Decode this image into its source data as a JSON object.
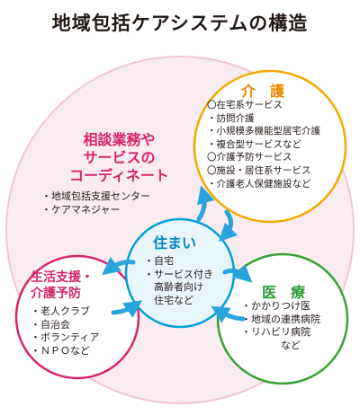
{
  "title": "地域包括ケアシステムの構造",
  "colors": {
    "outer_fill": "#f8ecf0",
    "outer_stroke": "#f2c5d4",
    "consult_text": "#d6246c",
    "care_stroke": "#f4a900",
    "care_text": "#ea8a00",
    "housing_stroke": "#00a0d8",
    "housing_fill": "#e9f5fb",
    "housing_text": "#0086c1",
    "medical_stroke": "#3aa035",
    "medical_text": "#2e9a3a",
    "support_stroke": "#d6246c",
    "support_text": "#d6246c",
    "arrow": "#29a3dc"
  },
  "consultation": {
    "heading": [
      "相談業務や",
      "サービスの",
      "コーディネート"
    ],
    "items": [
      "・地域包括支援センター",
      "・ケアマネジャー"
    ]
  },
  "care": {
    "heading": "介　護",
    "items": [
      "〇在宅系サービス",
      "・訪問介護",
      "・小規模多機能型居宅介護",
      "・複合型サービスなど",
      "〇介護予防サービス",
      "〇施設・居住系サービス",
      "・介護老人保健施設など"
    ]
  },
  "housing": {
    "heading": "住まい",
    "items": [
      "・自宅",
      "・サービス付き",
      "　高齢者向け",
      "　住宅など"
    ]
  },
  "medical": {
    "heading": "医　療",
    "items": [
      "・かかりつけ医",
      "・地域の連携病院",
      "・リハビリ病院",
      "　　　　など"
    ]
  },
  "support": {
    "heading": [
      "生活支援・",
      "介護予防"
    ],
    "items": [
      "・老人クラブ",
      "・自治会",
      "・ボランティア",
      "・ＮＰＯなど"
    ]
  }
}
